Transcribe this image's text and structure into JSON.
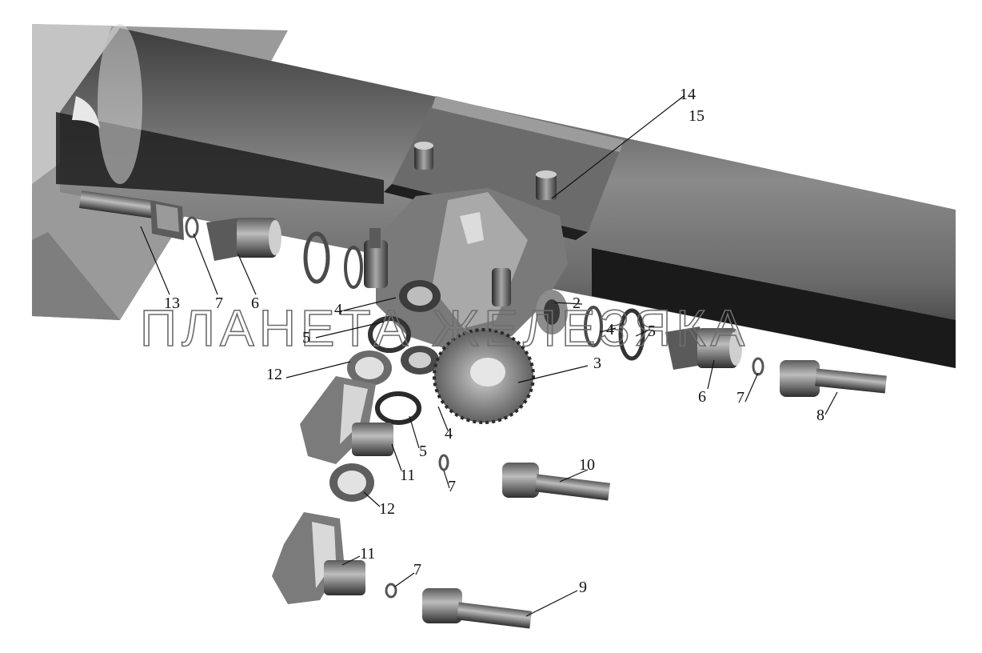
{
  "watermark": "ПЛАНЕТА ЖЕЛЕЗЯКА",
  "callouts": {
    "c14": "14",
    "c15": "15",
    "c13": "13",
    "c7a": "7",
    "c6a": "6",
    "c4a": "4",
    "c5a": "5",
    "c2": "2",
    "c4b": "4",
    "c5b": "5",
    "c6b": "6",
    "c7b": "7",
    "c8": "8",
    "c12a": "12",
    "c3": "3",
    "c5c": "5",
    "c4c": "4",
    "c11a": "11",
    "c7c": "7",
    "c10": "10",
    "c12b": "12",
    "c11b": "11",
    "c7d": "7",
    "c9": "9"
  }
}
